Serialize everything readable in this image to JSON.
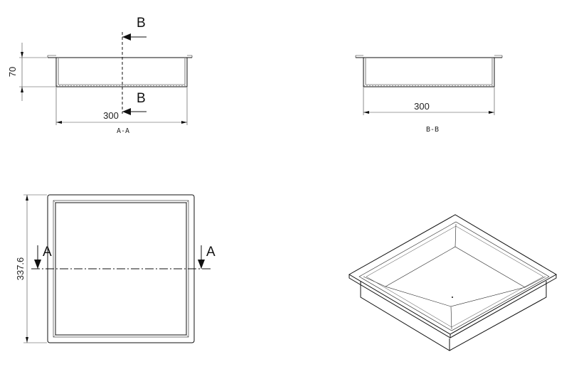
{
  "section_aa": {
    "width_dim": "300",
    "height_dim": "70",
    "cut_label": "B",
    "title": "A-A"
  },
  "section_bb": {
    "width_dim": "300",
    "title": "B-B"
  },
  "plan_view": {
    "depth_dim": "337.6",
    "cut_label": "A"
  },
  "colors": {
    "line": "#111111",
    "dimension": "#444444",
    "background": "#ffffff"
  }
}
